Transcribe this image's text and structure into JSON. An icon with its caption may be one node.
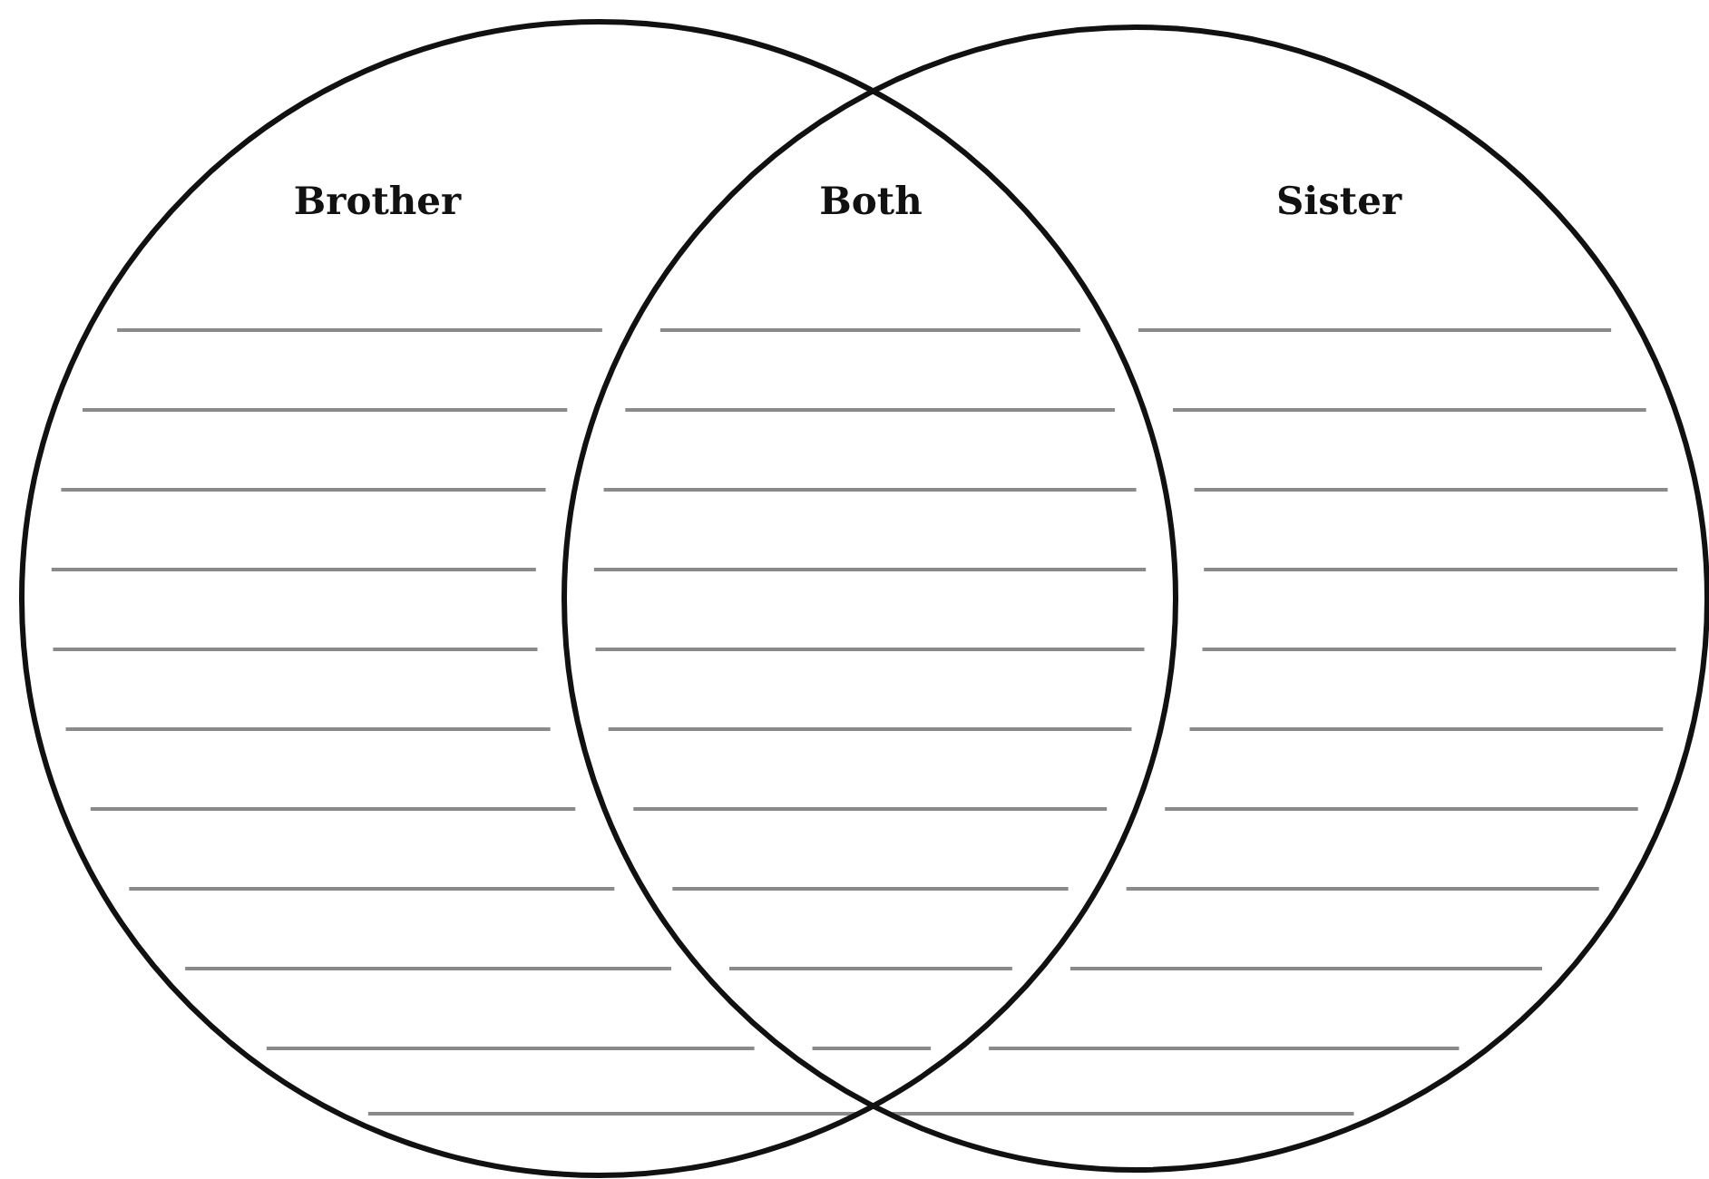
{
  "diagram": {
    "nodes": [
      {
        "text": [
          "Brother"
        ]
      },
      {
        "text": [
          "Sister"
        ]
      }
    ],
    "edges": [],
    "labels": [
      "Both"
    ]
  }
}
